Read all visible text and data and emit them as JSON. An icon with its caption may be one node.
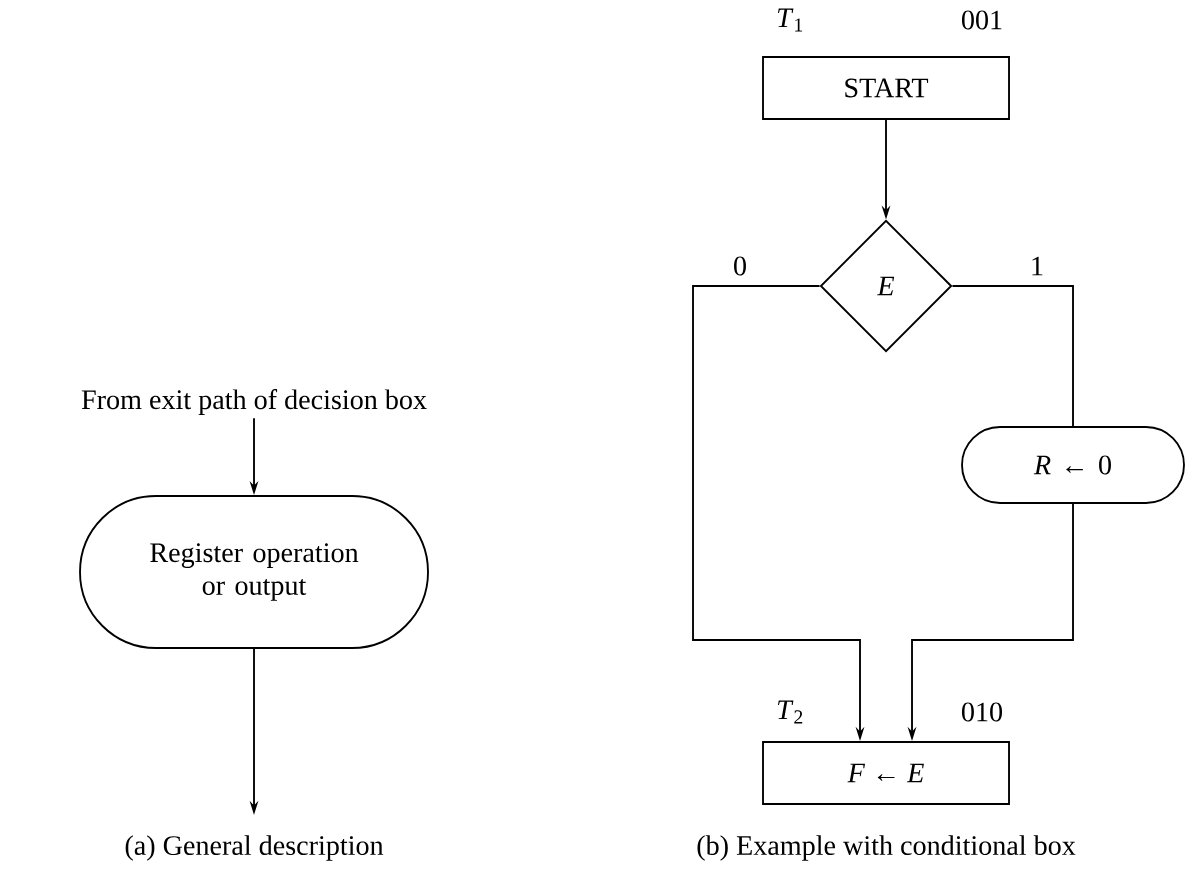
{
  "diagram": {
    "nodes": [
      {
        "text": [
          "From exit path of decision box"
        ]
      },
      {
        "text": [
          "Register operation or output"
        ]
      },
      {
        "text": [
          "START"
        ],
        "beside": [
          "*T*$_{1}$",
          "001"
        ]
      },
      {
        "text": [
          "E"
        ]
      },
      {
        "text": [
          "*R* ← 0"
        ]
      },
      {
        "text": [
          "*F* ← *E*"
        ],
        "beside": [
          "*T*$_{2}$",
          "010"
        ]
      }
    ],
    "edges": [
      {
        "from": 0,
        "to": 1,
        "arrow": "to"
      },
      {
        "from": 1,
        "to": null,
        "arrow": "to"
      },
      {
        "from": 2,
        "to": 3,
        "arrow": "to"
      },
      {
        "from": 3,
        "to": 5,
        "arrow": "to",
        "label": "0"
      },
      {
        "from": 3,
        "to": 4,
        "arrow": "none",
        "label": "1"
      },
      {
        "from": 4,
        "to": 5,
        "arrow": "to"
      }
    ],
    "labels": [
      "(a) General description",
      "(b) Example with conditional box"
    ]
  }
}
